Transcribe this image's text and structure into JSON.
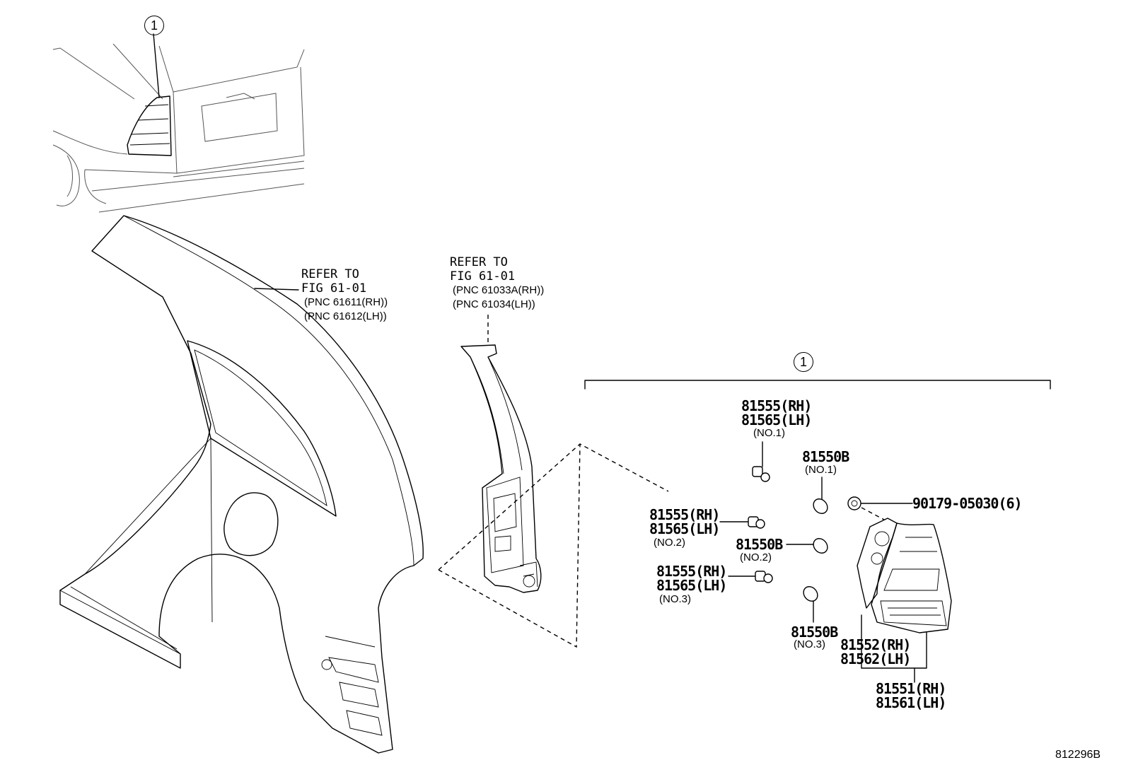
{
  "figure_code": "812296B",
  "callout_key": "1",
  "car_view": {
    "name": "rear car view",
    "callout": "1"
  },
  "quarter_panel": {
    "refer": [
      "REFER TO",
      "FIG 61-01"
    ],
    "pnc": [
      "(PNC 61611(RH))",
      "(PNC 61612(LH))"
    ]
  },
  "inner_panel": {
    "refer": [
      "REFER TO",
      "FIG 61-01"
    ],
    "pnc": [
      "(PNC 61033A(RH))",
      "(PNC 61034(LH))"
    ]
  },
  "assembly": {
    "callout": "1",
    "socket_no1": {
      "rh": "81555(RH)",
      "lh": "81565(LH)",
      "note": "(NO.1)"
    },
    "socket_no2": {
      "rh": "81555(RH)",
      "lh": "81565(LH)",
      "note": "(NO.2)"
    },
    "socket_no3": {
      "rh": "81555(RH)",
      "lh": "81565(LH)",
      "note": "(NO.3)"
    },
    "bulb_no1": {
      "pn": "81550B",
      "note": "(NO.1)"
    },
    "bulb_no2": {
      "pn": "81550B",
      "note": "(NO.2)"
    },
    "bulb_no3": {
      "pn": "81550B",
      "note": "(NO.3)"
    },
    "nut": "90179-05030(6)",
    "lens": {
      "rh": "81552(RH)",
      "lh": "81562(LH)"
    },
    "lamp": {
      "rh": "81551(RH)",
      "lh": "81561(LH)"
    }
  }
}
